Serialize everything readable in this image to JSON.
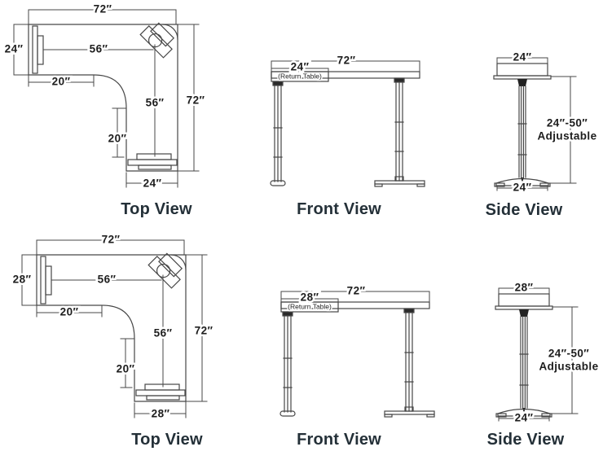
{
  "theme": {
    "background": "#ffffff",
    "line": "#474747",
    "dim_text": "#1d1d1d",
    "title_text": "#243038"
  },
  "icons": {
    "monitor": "monitor-icon",
    "keyboard_side": "keyboard-icon",
    "keyboard_bottom": "keyboard-icon"
  },
  "rows": [
    {
      "top_view": {
        "title": "Top View",
        "dims": {
          "width_top": "72″",
          "left_depth": "24″",
          "monitor_span": "56″",
          "upper_inset": "20″",
          "vertical_span": "56″",
          "right_height": "72″",
          "lower_inset": "20″",
          "bottom_width": "24″"
        }
      },
      "front_view": {
        "title": "Front View",
        "dims": {
          "total_width": "72″",
          "return_width": "24″",
          "return_label": "(Return Table)"
        }
      },
      "side_view": {
        "title": "Side View",
        "dims": {
          "top_depth": "24″",
          "height_range": "24″-50″",
          "height_label": "Adjustable",
          "base_depth": "24″"
        }
      }
    },
    {
      "top_view": {
        "title": "Top View",
        "dims": {
          "width_top": "72″",
          "left_depth": "28″",
          "monitor_span": "56″",
          "upper_inset": "20″",
          "vertical_span": "56″",
          "right_height": "72″",
          "lower_inset": "20″",
          "bottom_width": "28″"
        }
      },
      "front_view": {
        "title": "Front View",
        "dims": {
          "total_width": "72″",
          "return_width": "28″",
          "return_label": "(Return Table)"
        }
      },
      "side_view": {
        "title": "Side View",
        "dims": {
          "top_depth": "28″",
          "height_range": "24″-50″",
          "height_label": "Adjustable",
          "base_depth": "24″"
        }
      }
    }
  ]
}
